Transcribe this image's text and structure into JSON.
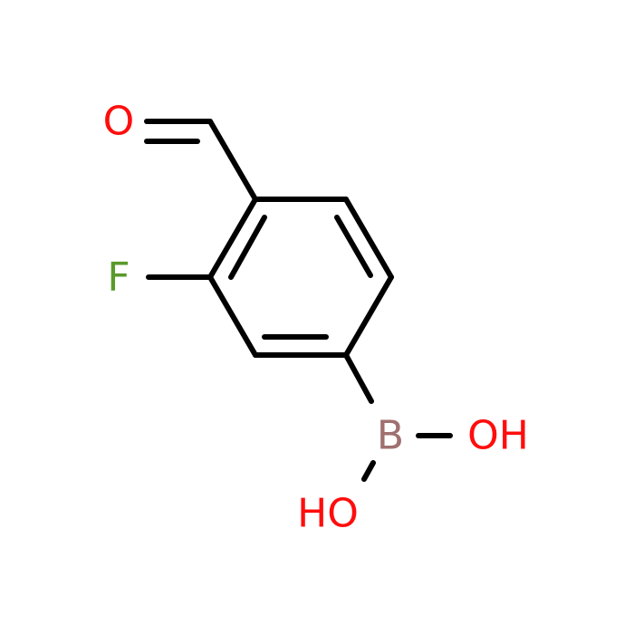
{
  "colors": {
    "bond": "#000000",
    "oxygen": "#ff0d0d",
    "fluorine": "#5a9a2a",
    "boron": "#a07070"
  },
  "atoms": {
    "carbonyl_oxygen": "O",
    "fluorine": "F",
    "boron": "B",
    "hydroxyl_right": "OH",
    "hydroxyl_bottom": "HO"
  }
}
